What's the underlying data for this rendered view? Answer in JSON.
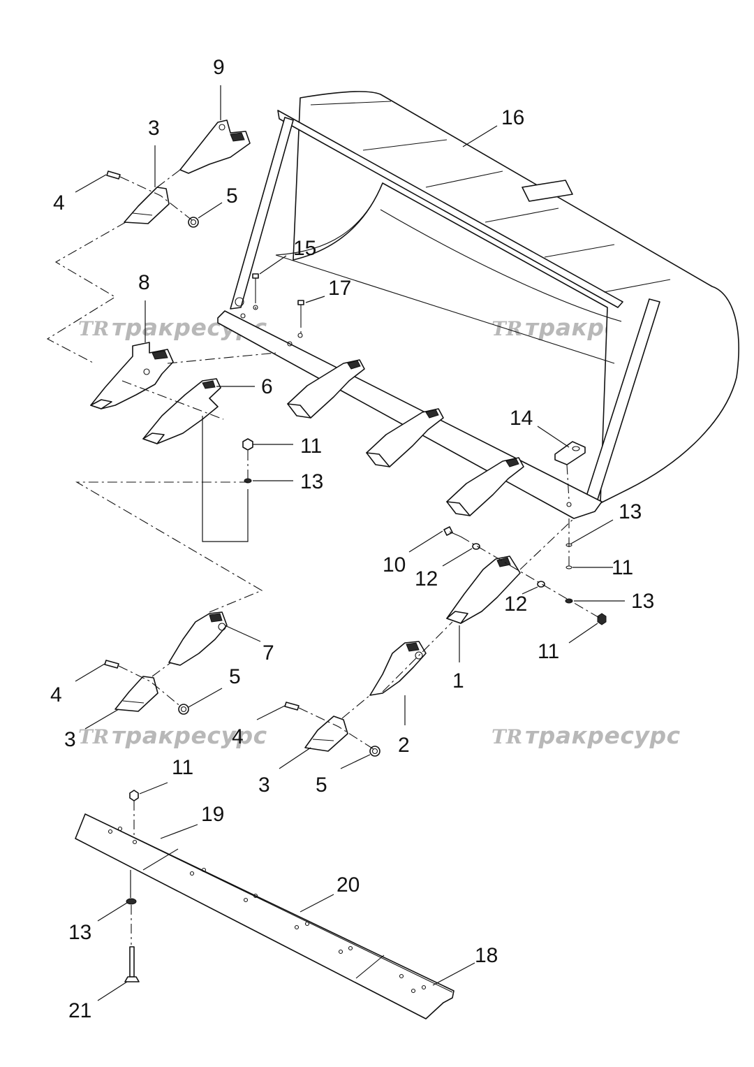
{
  "watermark": {
    "logo": "TR",
    "text": "тракресурс"
  },
  "callouts": [
    {
      "id": "c9",
      "label": "9"
    },
    {
      "id": "c3a",
      "label": "3"
    },
    {
      "id": "c4a",
      "label": "4"
    },
    {
      "id": "c5a",
      "label": "5"
    },
    {
      "id": "c16",
      "label": "16"
    },
    {
      "id": "c15",
      "label": "15"
    },
    {
      "id": "c17",
      "label": "17"
    },
    {
      "id": "c8",
      "label": "8"
    },
    {
      "id": "c6",
      "label": "6"
    },
    {
      "id": "c11a",
      "label": "11"
    },
    {
      "id": "c13a",
      "label": "13"
    },
    {
      "id": "c14",
      "label": "14"
    },
    {
      "id": "c13b",
      "label": "13"
    },
    {
      "id": "c10",
      "label": "10"
    },
    {
      "id": "c12a",
      "label": "12"
    },
    {
      "id": "c11b",
      "label": "11"
    },
    {
      "id": "c12b",
      "label": "12"
    },
    {
      "id": "c13c",
      "label": "13"
    },
    {
      "id": "c11c",
      "label": "11"
    },
    {
      "id": "c1",
      "label": "1"
    },
    {
      "id": "c7",
      "label": "7"
    },
    {
      "id": "c4b",
      "label": "4"
    },
    {
      "id": "c5b",
      "label": "5"
    },
    {
      "id": "c2",
      "label": "2"
    },
    {
      "id": "c3b",
      "label": "3"
    },
    {
      "id": "c4c",
      "label": "4"
    },
    {
      "id": "c3c",
      "label": "3"
    },
    {
      "id": "c5c",
      "label": "5"
    },
    {
      "id": "c11d",
      "label": "11"
    },
    {
      "id": "c19",
      "label": "19"
    },
    {
      "id": "c20",
      "label": "20"
    },
    {
      "id": "c13d",
      "label": "13"
    },
    {
      "id": "c18",
      "label": "18"
    },
    {
      "id": "c21",
      "label": "21"
    }
  ]
}
